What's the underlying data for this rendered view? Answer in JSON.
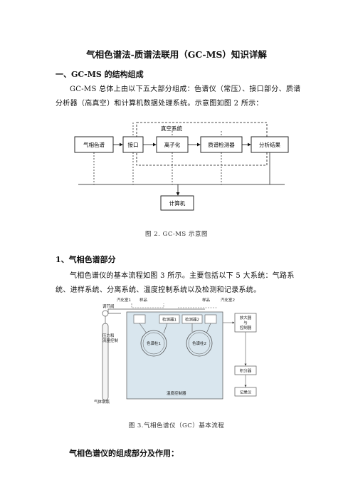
{
  "doc": {
    "title": "气相色谱法-质谱法联用（GC-MS）知识详解",
    "section1_heading": "一、GC-MS 的结构组成",
    "section1_para": "GC-MS 总体上由以下五大部分组成：色谱仪（常压）、接口部分、质谱分析器（高真空）和计算机数据处理系统。示意图如图 2 所示：",
    "fig2_caption": "图 2. GC-MS 示意图",
    "section2_heading": "1、气相色谱部分",
    "section2_para": "气相色谱仪的基本流程如图 3 所示。主要包括以下 5 大系统：气路系统、进样系统、分离系统、温度控制系统以及检测和记录系统。",
    "fig3_caption": "图 3.气相色谱仪（GC）基本流程",
    "section3_heading": "气相色谱仪的组成部分及作用："
  },
  "fig2": {
    "vacuum_label": "真空系统",
    "gc_label": "气相色谱",
    "interface_label": "接口",
    "ionizer_label": "离子化",
    "detector_label": "质谱检测器",
    "result_label": "分析结果",
    "computer_label": "计算机"
  },
  "fig3": {
    "regulator_label": "调节阀",
    "vaporizer1_label": "汽化室1",
    "sample1_label": "样品",
    "sample2_label": "样品",
    "vaporizer2_label": "汽化室2",
    "pressure_label": "压力和",
    "flow_label": "流量控制",
    "detector1_label": "检测器1",
    "detector2_label": "检测器2",
    "column1_label": "色谱柱1",
    "column2_label": "色谱柱2",
    "temp_label": "温度控制器",
    "amp_label1": "放大器",
    "amp_label2": "与",
    "amp_label3": "控制器",
    "integrator_label": "积分器",
    "recorder_label": "记录仪",
    "cylinder_label": "气体钢瓶"
  }
}
